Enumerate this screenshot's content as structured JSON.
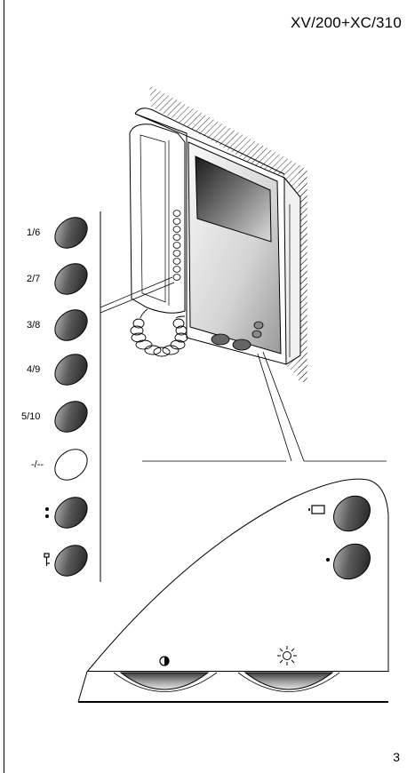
{
  "header": {
    "title": "XV/200+XC/310"
  },
  "footer": {
    "page_number": "3"
  },
  "side_buttons": [
    {
      "label": "1/6",
      "icon": ""
    },
    {
      "label": "2/7",
      "icon": ""
    },
    {
      "label": "3/8",
      "icon": ""
    },
    {
      "label": "4/9",
      "icon": ""
    },
    {
      "label": "5/10",
      "icon": ""
    },
    {
      "label": "-/--",
      "icon": ""
    },
    {
      "label": "",
      "icon": "colon-dots-icon"
    },
    {
      "label": "",
      "icon": "key-icon"
    }
  ],
  "panel_buttons": [
    {
      "icon": "battery-icon"
    },
    {
      "icon": "dot-icon"
    }
  ],
  "dials": [
    {
      "icon": "contrast-icon"
    },
    {
      "icon": "brightness-icon"
    }
  ]
}
